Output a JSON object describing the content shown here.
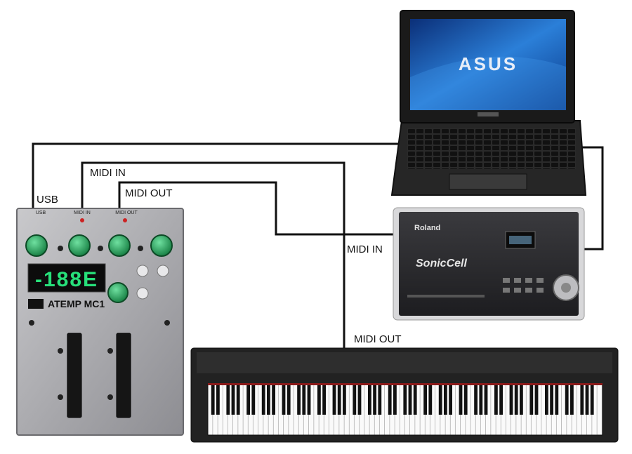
{
  "labels": {
    "usb": "USB",
    "midi_in_controller": "MIDI IN",
    "midi_out_controller": "MIDI OUT",
    "midi_in_module": "MIDI IN",
    "midi_out_keyboard": "MIDI OUT"
  },
  "laptop": {
    "brand": "ASUS"
  },
  "controller": {
    "name": "ATEMP MC1",
    "display": "-188E",
    "port_usb": "USB",
    "port_midi_in": "MIDI IN",
    "port_midi_out": "MIDI OUT"
  },
  "module": {
    "brand": "Roland",
    "model": "SonicCell"
  },
  "colors": {
    "cable": "#111111",
    "led": "#27e07a",
    "knob": "#1fa35a",
    "screen": "#1a5fb8"
  }
}
